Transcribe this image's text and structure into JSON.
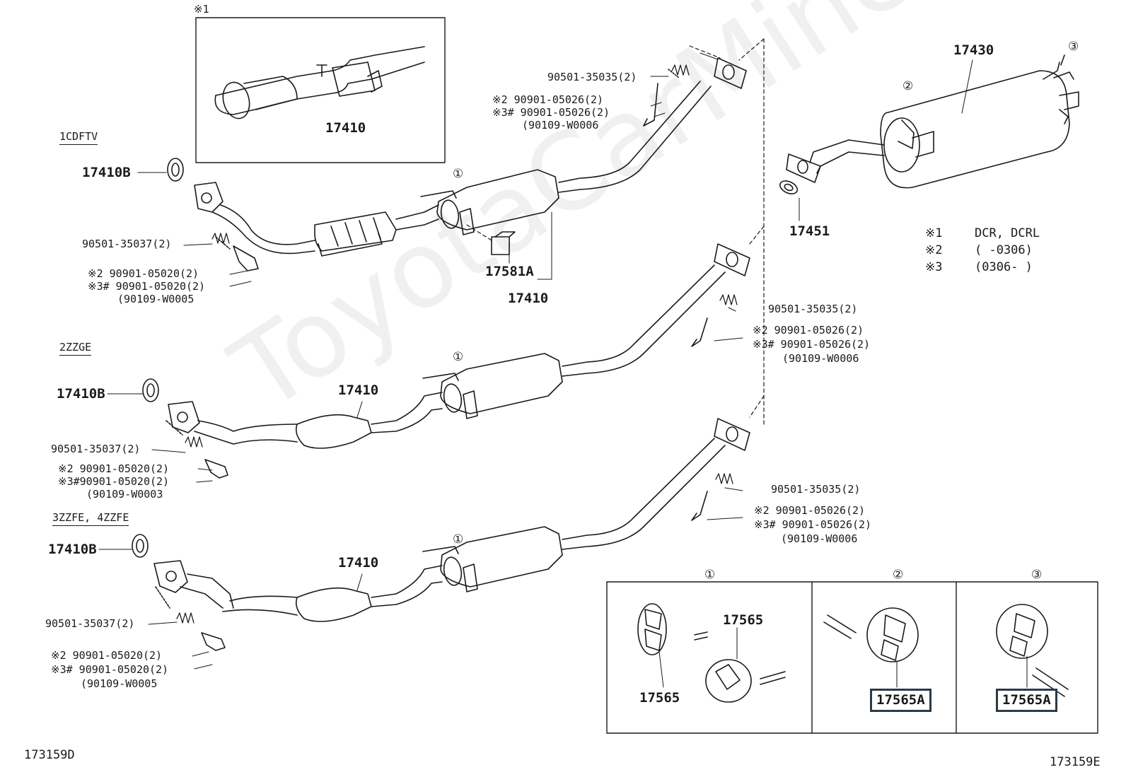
{
  "watermark": "ToyotaCarMine.ru",
  "diagram_codes": {
    "left": "173159D",
    "right": "173159E"
  },
  "inset": {
    "marker": "※1",
    "part": "17410"
  },
  "engines": [
    {
      "code": "1CDFTV",
      "gasket": "17410B",
      "hanger_ref": "①",
      "pipe_spring": "90501-35037(2)",
      "pipe_bolt_a": "※2  90901-05020(2)",
      "pipe_bolt_b": "※3# 90901-05020(2)",
      "pipe_bolt_c": "(90109-W0005",
      "extra_part": "17581A",
      "pipe_part": "17410",
      "top_spring": "90501-35035(2)",
      "top_bolt_a": "※2  90901-05026(2)",
      "top_bolt_b": "※3# 90901-05026(2)",
      "top_bolt_c": "(90109-W0006"
    },
    {
      "code": "2ZZGE",
      "gasket": "17410B",
      "hanger_ref": "①",
      "pipe_part": "17410",
      "pipe_spring": "90501-35037(2)",
      "pipe_bolt_a": "※2  90901-05020(2)",
      "pipe_bolt_b": "※3#90901-05020(2)",
      "pipe_bolt_c": "(90109-W0003",
      "top_spring": "90501-35035(2)",
      "top_bolt_a": "※2 90901-05026(2)",
      "top_bolt_b": "※3# 90901-05026(2)",
      "top_bolt_c": "(90109-W0006"
    },
    {
      "code": "3ZZFE, 4ZZFE",
      "gasket": "17410B",
      "hanger_ref": "①",
      "pipe_part": "17410",
      "pipe_spring": "90501-35037(2)",
      "pipe_bolt_a": "※2  90901-05020(2)",
      "pipe_bolt_b": "※3# 90901-05020(2)",
      "pipe_bolt_c": "(90109-W0005",
      "top_spring": "90501-35035(2)",
      "top_bolt_a": "※2 90901-05026(2)",
      "top_bolt_b": "※3# 90901-05026(2)",
      "top_bolt_c": "(90109-W0006"
    }
  ],
  "muffler": {
    "part": "17430",
    "ref_a": "②",
    "ref_b": "③",
    "gasket": "17451"
  },
  "legend": [
    {
      "mark": "※1",
      "text": "DCR, DCRL"
    },
    {
      "mark": "※2",
      "text": "(      -0306)"
    },
    {
      "mark": "※3",
      "text": "(0306-      )"
    }
  ],
  "hanger_panels": [
    {
      "ref": "①",
      "parts": [
        "17565",
        "17565"
      ]
    },
    {
      "ref": "②",
      "parts": [
        "17565A"
      ]
    },
    {
      "ref": "③",
      "parts": [
        "17565A"
      ]
    }
  ],
  "colors": {
    "line": "#1a1a1a",
    "highlight_box": "#2b3a48"
  }
}
